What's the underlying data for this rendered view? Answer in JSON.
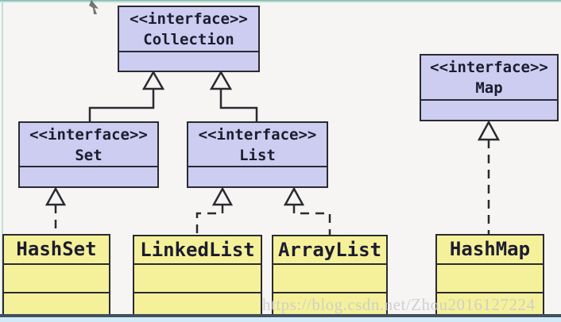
{
  "diagram": {
    "title_hint": "Java Collections UML class diagram",
    "boxes": {
      "collection": {
        "stereotype": "<<interface>>",
        "name": "Collection"
      },
      "map": {
        "stereotype": "<<interface>>",
        "name": "Map"
      },
      "set": {
        "stereotype": "<<interface>>",
        "name": "Set"
      },
      "list": {
        "stereotype": "<<interface>>",
        "name": "List"
      },
      "hashset": {
        "name": "HashSet"
      },
      "linkedlist": {
        "name": "LinkedList"
      },
      "arraylist": {
        "name": "ArrayList"
      },
      "hashmap": {
        "name": "HashMap"
      }
    },
    "relationships": [
      {
        "from": "Set",
        "to": "Collection",
        "type": "generalization",
        "line": "solid"
      },
      {
        "from": "List",
        "to": "Collection",
        "type": "generalization",
        "line": "solid"
      },
      {
        "from": "HashSet",
        "to": "Set",
        "type": "realization",
        "line": "dashed"
      },
      {
        "from": "LinkedList",
        "to": "List",
        "type": "realization",
        "line": "dashed"
      },
      {
        "from": "ArrayList",
        "to": "List",
        "type": "realization",
        "line": "dashed"
      },
      {
        "from": "HashMap",
        "to": "Map",
        "type": "realization",
        "line": "dashed"
      }
    ],
    "colors": {
      "interface_fill": "#cdcdf2",
      "class_fill": "#f5f19a",
      "box_border": "#2a2a32",
      "background": "#f6f5f3",
      "frame_teal": "#b4dcd4",
      "frame_bottom_dark": "#41505c",
      "frame_bottom_light": "#d2eaf7"
    }
  },
  "watermark": {
    "text": "https://blog.csdn.net/Zhou2016127224"
  }
}
